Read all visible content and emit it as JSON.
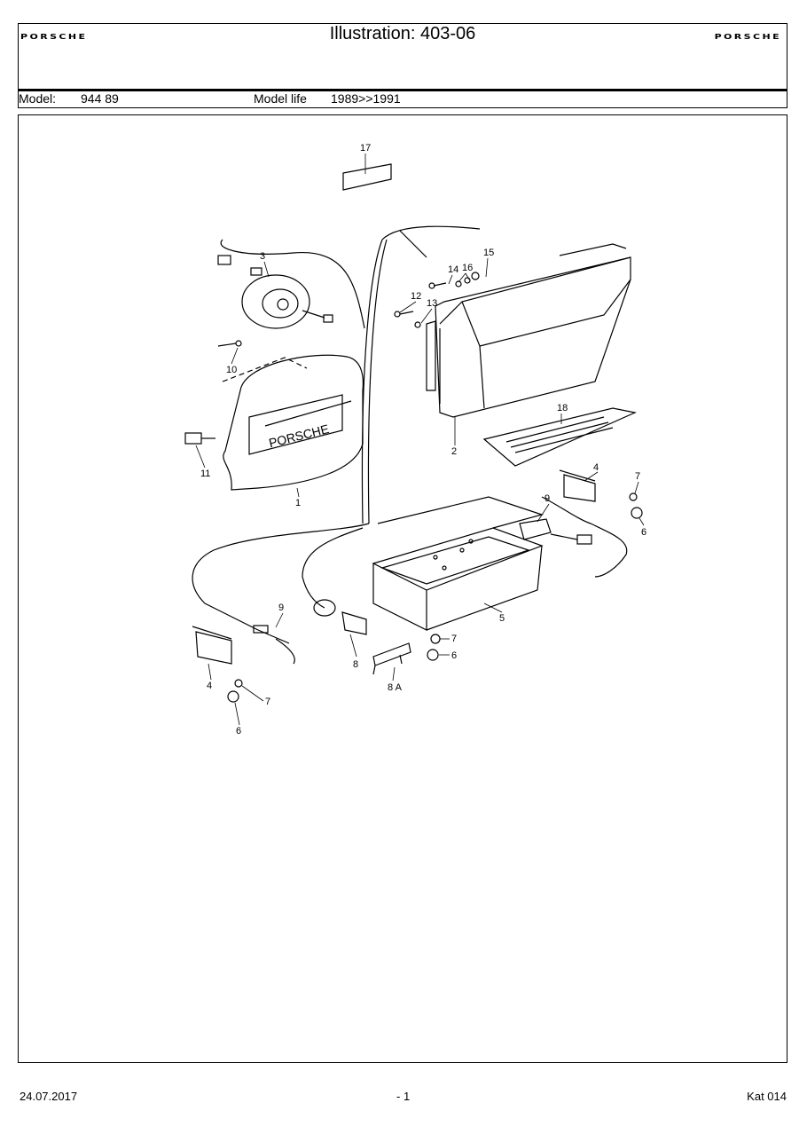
{
  "header": {
    "logo_left": "PORSCHE",
    "title": "Illustration: 403-06",
    "logo_right": "PORSCHE",
    "model_label": "Model:",
    "model_value": "944 89",
    "model_life_label": "Model life",
    "model_life_value": "1989>>1991"
  },
  "illustration": {
    "emblem_text": "PORSCHE",
    "callouts": {
      "c1": "1",
      "c2": "2",
      "c3": "3",
      "c4a": "4",
      "c4b": "4",
      "c5": "5",
      "c6a": "6",
      "c6b": "6",
      "c6c": "6",
      "c7a": "7",
      "c7b": "7",
      "c7c": "7",
      "c8": "8",
      "c8a": "8 A",
      "c9a": "9",
      "c9b": "9",
      "c10": "10",
      "c11": "11",
      "c12": "12",
      "c13": "13",
      "c14": "14",
      "c15": "15",
      "c16": "16",
      "c17": "17",
      "c18": "18"
    }
  },
  "footer": {
    "date": "24.07.2017",
    "page": "- 1",
    "catalog": "Kat 014"
  }
}
